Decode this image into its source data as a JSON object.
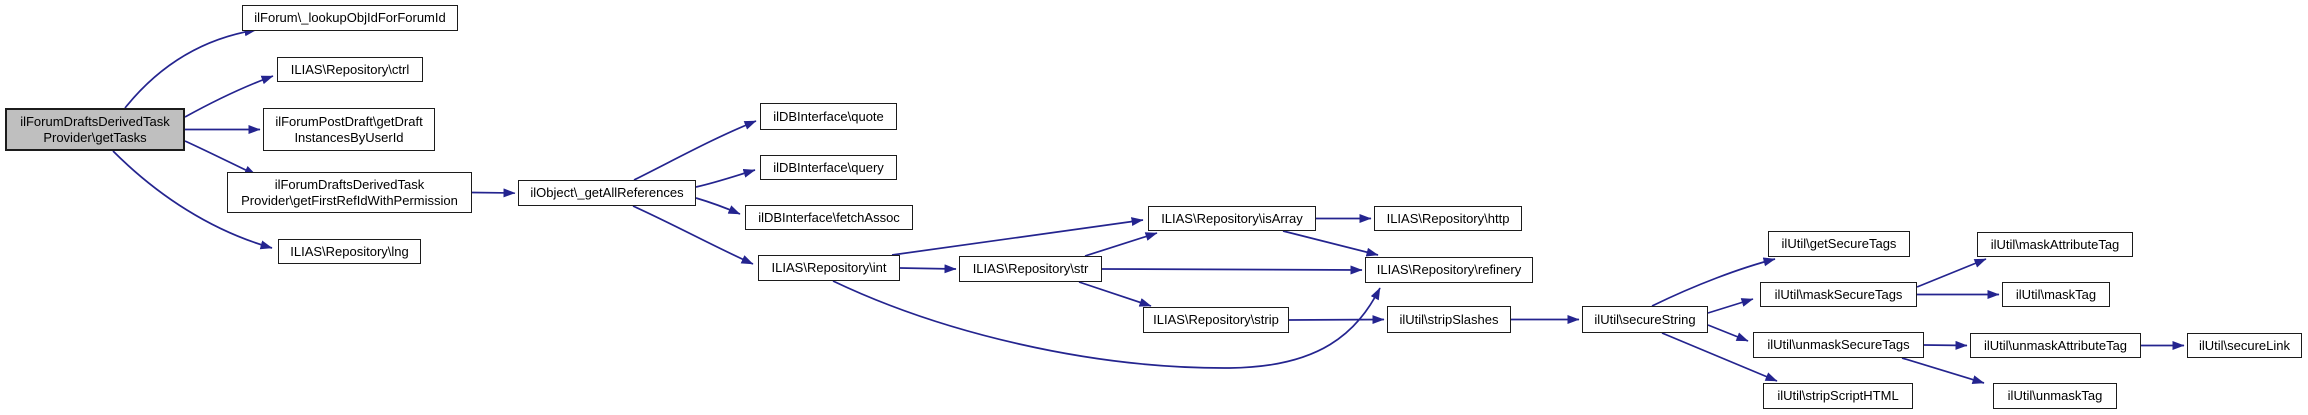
{
  "diagram": {
    "type": "call-graph",
    "title": "ilForumDraftsDerivedTaskProvider\\getTasks call graph",
    "colors": {
      "edge": "#24248f",
      "node_border": "#1c1c1c",
      "node_fill": "#ffffff",
      "root_fill": "#bfbfbf",
      "text": "#000000",
      "background": "#ffffff"
    },
    "nodes": [
      {
        "id": "getTasks",
        "emphasis": true,
        "lines": [
          "ilForumDraftsDerivedTask",
          "Provider\\getTasks"
        ]
      },
      {
        "id": "lookupObjIdForForumId",
        "emphasis": false,
        "lines": [
          "ilForum\\_lookupObjIdForForumId"
        ]
      },
      {
        "id": "ctrl",
        "emphasis": false,
        "lines": [
          "ILIAS\\Repository\\ctrl"
        ]
      },
      {
        "id": "getDraftInstancesByUserId",
        "emphasis": false,
        "lines": [
          "ilForumPostDraft\\getDraft",
          "InstancesByUserId"
        ]
      },
      {
        "id": "getFirstRefIdWithPermission",
        "emphasis": false,
        "lines": [
          "ilForumDraftsDerivedTask",
          "Provider\\getFirstRefIdWithPermission"
        ]
      },
      {
        "id": "lng",
        "emphasis": false,
        "lines": [
          "ILIAS\\Repository\\lng"
        ]
      },
      {
        "id": "getAllReferences",
        "emphasis": false,
        "lines": [
          "ilObject\\_getAllReferences"
        ]
      },
      {
        "id": "quote",
        "emphasis": false,
        "lines": [
          "ilDBInterface\\quote"
        ]
      },
      {
        "id": "query",
        "emphasis": false,
        "lines": [
          "ilDBInterface\\query"
        ]
      },
      {
        "id": "fetchAssoc",
        "emphasis": false,
        "lines": [
          "ilDBInterface\\fetchAssoc"
        ]
      },
      {
        "id": "int",
        "emphasis": false,
        "lines": [
          "ILIAS\\Repository\\int"
        ]
      },
      {
        "id": "str",
        "emphasis": false,
        "lines": [
          "ILIAS\\Repository\\str"
        ]
      },
      {
        "id": "isArray",
        "emphasis": false,
        "lines": [
          "ILIAS\\Repository\\isArray"
        ]
      },
      {
        "id": "http",
        "emphasis": false,
        "lines": [
          "ILIAS\\Repository\\http"
        ]
      },
      {
        "id": "refinery",
        "emphasis": false,
        "lines": [
          "ILIAS\\Repository\\refinery"
        ]
      },
      {
        "id": "strip",
        "emphasis": false,
        "lines": [
          "ILIAS\\Repository\\strip"
        ]
      },
      {
        "id": "stripSlashes",
        "emphasis": false,
        "lines": [
          "ilUtil\\stripSlashes"
        ]
      },
      {
        "id": "secureString",
        "emphasis": false,
        "lines": [
          "ilUtil\\secureString"
        ]
      },
      {
        "id": "getSecureTags",
        "emphasis": false,
        "lines": [
          "ilUtil\\getSecureTags"
        ]
      },
      {
        "id": "maskSecureTags",
        "emphasis": false,
        "lines": [
          "ilUtil\\maskSecureTags"
        ]
      },
      {
        "id": "unmaskSecureTags",
        "emphasis": false,
        "lines": [
          "ilUtil\\unmaskSecureTags"
        ]
      },
      {
        "id": "stripScriptHTML",
        "emphasis": false,
        "lines": [
          "ilUtil\\stripScriptHTML"
        ]
      },
      {
        "id": "maskAttributeTag",
        "emphasis": false,
        "lines": [
          "ilUtil\\maskAttributeTag"
        ]
      },
      {
        "id": "maskTag",
        "emphasis": false,
        "lines": [
          "ilUtil\\maskTag"
        ]
      },
      {
        "id": "unmaskAttributeTag",
        "emphasis": false,
        "lines": [
          "ilUtil\\unmaskAttributeTag"
        ]
      },
      {
        "id": "secureLink",
        "emphasis": false,
        "lines": [
          "ilUtil\\secureLink"
        ]
      },
      {
        "id": "unmaskTag",
        "emphasis": false,
        "lines": [
          "ilUtil\\unmaskTag"
        ]
      }
    ],
    "edges": [
      {
        "from": "getTasks",
        "to": "lookupObjIdForForumId"
      },
      {
        "from": "getTasks",
        "to": "ctrl"
      },
      {
        "from": "getTasks",
        "to": "getDraftInstancesByUserId"
      },
      {
        "from": "getTasks",
        "to": "getFirstRefIdWithPermission"
      },
      {
        "from": "getTasks",
        "to": "lng"
      },
      {
        "from": "getFirstRefIdWithPermission",
        "to": "getAllReferences"
      },
      {
        "from": "getAllReferences",
        "to": "quote"
      },
      {
        "from": "getAllReferences",
        "to": "query"
      },
      {
        "from": "getAllReferences",
        "to": "fetchAssoc"
      },
      {
        "from": "getAllReferences",
        "to": "int"
      },
      {
        "from": "int",
        "to": "str"
      },
      {
        "from": "int",
        "to": "isArray"
      },
      {
        "from": "int",
        "to": "refinery"
      },
      {
        "from": "str",
        "to": "isArray"
      },
      {
        "from": "str",
        "to": "refinery"
      },
      {
        "from": "str",
        "to": "strip"
      },
      {
        "from": "isArray",
        "to": "http"
      },
      {
        "from": "isArray",
        "to": "refinery"
      },
      {
        "from": "strip",
        "to": "stripSlashes"
      },
      {
        "from": "stripSlashes",
        "to": "secureString"
      },
      {
        "from": "secureString",
        "to": "getSecureTags"
      },
      {
        "from": "secureString",
        "to": "maskSecureTags"
      },
      {
        "from": "secureString",
        "to": "unmaskSecureTags"
      },
      {
        "from": "secureString",
        "to": "stripScriptHTML"
      },
      {
        "from": "maskSecureTags",
        "to": "maskAttributeTag"
      },
      {
        "from": "maskSecureTags",
        "to": "maskTag"
      },
      {
        "from": "unmaskSecureTags",
        "to": "unmaskAttributeTag"
      },
      {
        "from": "unmaskSecureTags",
        "to": "unmaskTag"
      },
      {
        "from": "unmaskAttributeTag",
        "to": "secureLink"
      }
    ]
  }
}
